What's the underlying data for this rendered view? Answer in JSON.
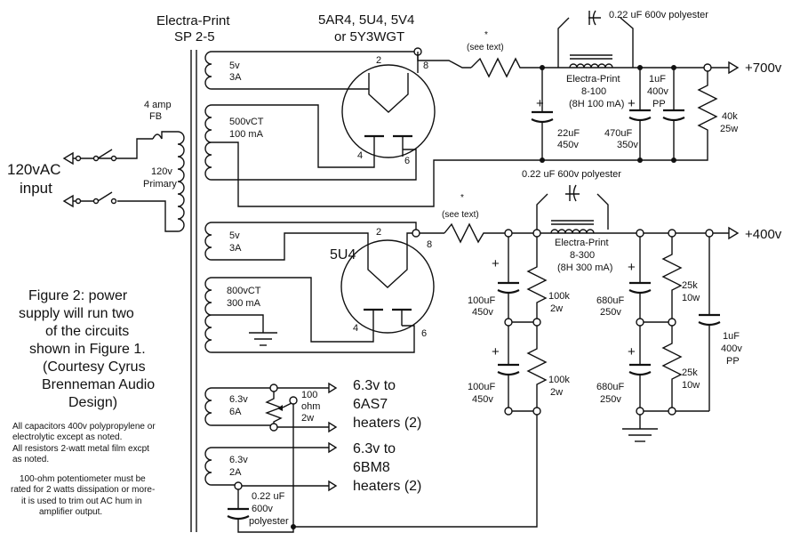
{
  "transformer": {
    "brand": "Electra-Print",
    "model": "SP 2-5"
  },
  "mains": {
    "fuse_rating": "4 amp",
    "fuse_type": "FB",
    "input_line1": "120vAC",
    "input_line2": "input",
    "primary_line1": "120v",
    "primary_line2": "Primary"
  },
  "rect_top": {
    "tube_line1": "5AR4, 5U4, 5V4",
    "tube_line2": "or 5Y3WGT",
    "fil_volts": "5v",
    "fil_amps": "3A",
    "hv_volts": "500vCT",
    "hv_current": "100 mA",
    "pin_top": "2",
    "pin_cath": "8",
    "pin_left": "4",
    "pin_right": "6"
  },
  "rect_bot": {
    "tube": "5U4",
    "fil_volts": "5v",
    "fil_amps": "3A",
    "hv_volts": "800vCT",
    "hv_current": "300 mA",
    "pin_top": "2",
    "pin_cath": "8",
    "pin_left": "4",
    "pin_right": "6"
  },
  "supply_700": {
    "bypass_cap": "0.22 uF 600v polyester",
    "series_res_star": "*",
    "series_res_note": "(see text)",
    "choke_line1": "Electra-Print",
    "choke_line2": "8-100",
    "choke_line3": "(8H 100 mA)",
    "c1_line1": "22uF",
    "c1_line2": "450v",
    "c2_line1": "470uF",
    "c2_line2": "350v",
    "c3_line1": "1uF",
    "c3_line2": "400v",
    "c3_line3": "PP",
    "bleeder_line1": "40k",
    "bleeder_line2": "25w",
    "output": "+700v"
  },
  "supply_400": {
    "bypass_cap": "0.22 uF 600v polyester",
    "series_res_star": "*",
    "series_res_note": "(see text)",
    "choke_line1": "Electra-Print",
    "choke_line2": "8-300",
    "choke_line3": "(8H 300 mA)",
    "ca_line1": "100uF",
    "ca_line2": "450v",
    "cb_line1": "100uF",
    "cb_line2": "450v",
    "ra_line1": "100k",
    "ra_line2": "2w",
    "rb_line1": "100k",
    "rb_line2": "2w",
    "cc_line1": "680uF",
    "cc_line2": "250v",
    "cd_line1": "680uF",
    "cd_line2": "250v",
    "rc_line1": "25k",
    "rc_line2": "10w",
    "rd_line1": "25k",
    "rd_line2": "10w",
    "ce_line1": "1uF",
    "ce_line2": "400v",
    "ce_line3": "PP",
    "output": "+400v"
  },
  "heaters": {
    "w1_volts": "6.3v",
    "w1_amps": "6A",
    "pot_line1": "100",
    "pot_line2": "ohm",
    "pot_line3": "2w",
    "out1_line1": "6.3v to",
    "out1_line2": "6AS7",
    "out1_line3": "heaters (2)",
    "w2_volts": "6.3v",
    "w2_amps": "2A",
    "out2_line1": "6.3v to",
    "out2_line2": "6BM8",
    "out2_line3": "heaters (2)",
    "cap_line1": "0.22 uF",
    "cap_line2": "600v",
    "cap_line3": "polyester"
  },
  "caption": {
    "lines": [
      "Figure 2: power",
      "supply will run two",
      "of the circuits",
      "shown in Figure 1.",
      "(Courtesy Cyrus",
      "Brenneman Audio",
      "Design)"
    ]
  },
  "notes": {
    "n1": "All capacitors 400v polypropylene or",
    "n2": "electrolytic except as noted.",
    "n3": "All resistors 2-watt metal film excpt",
    "n4": "as noted.",
    "n5": "100-ohm potentiometer must be",
    "n6": "rated for 2 watts dissipation or more-",
    "n7": "it is used to trim out AC hum in",
    "n8": "amplifier output."
  }
}
